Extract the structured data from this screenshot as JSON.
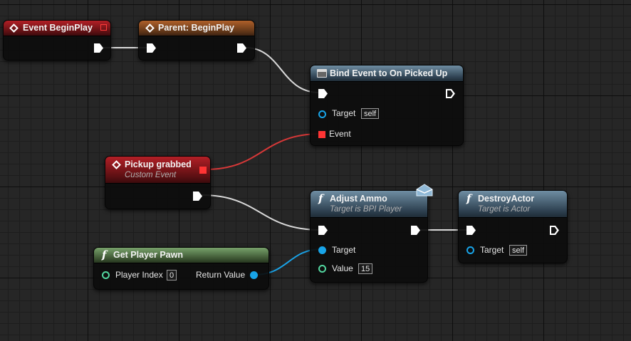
{
  "nodes": {
    "event_begin_play": {
      "title": "Event BeginPlay"
    },
    "parent_begin_play": {
      "title": "Parent: BeginPlay"
    },
    "bind_event": {
      "title": "Bind Event to On Picked Up",
      "target_label": "Target",
      "target_value": "self",
      "event_label": "Event"
    },
    "pickup_grabbed": {
      "title": "Pickup grabbed",
      "subtitle": "Custom Event"
    },
    "adjust_ammo": {
      "title": "Adjust Ammo",
      "subtitle": "Target is BPI Player",
      "target_label": "Target",
      "value_label": "Value",
      "value": "15"
    },
    "destroy_actor": {
      "title": "DestroyActor",
      "subtitle": "Target is Actor",
      "target_label": "Target",
      "target_value": "self"
    },
    "get_player_pawn": {
      "title": "Get Player Pawn",
      "player_index_label": "Player Index",
      "player_index_value": "0",
      "return_label": "Return Value"
    }
  },
  "icons": {
    "function": "f",
    "event": "diamond-icon",
    "bind": "bind-event-icon",
    "message": "envelope-icon"
  },
  "colors": {
    "exec_wire": "#d9d9d9",
    "delegate_wire": "#d63838",
    "object_wire": "#1aa2e6",
    "int_pin": "#53d7a0",
    "event_header": "#b31f26",
    "parent_header": "#b0602a",
    "function_header": "#6f8ea3",
    "pure_header": "#78a26b"
  }
}
